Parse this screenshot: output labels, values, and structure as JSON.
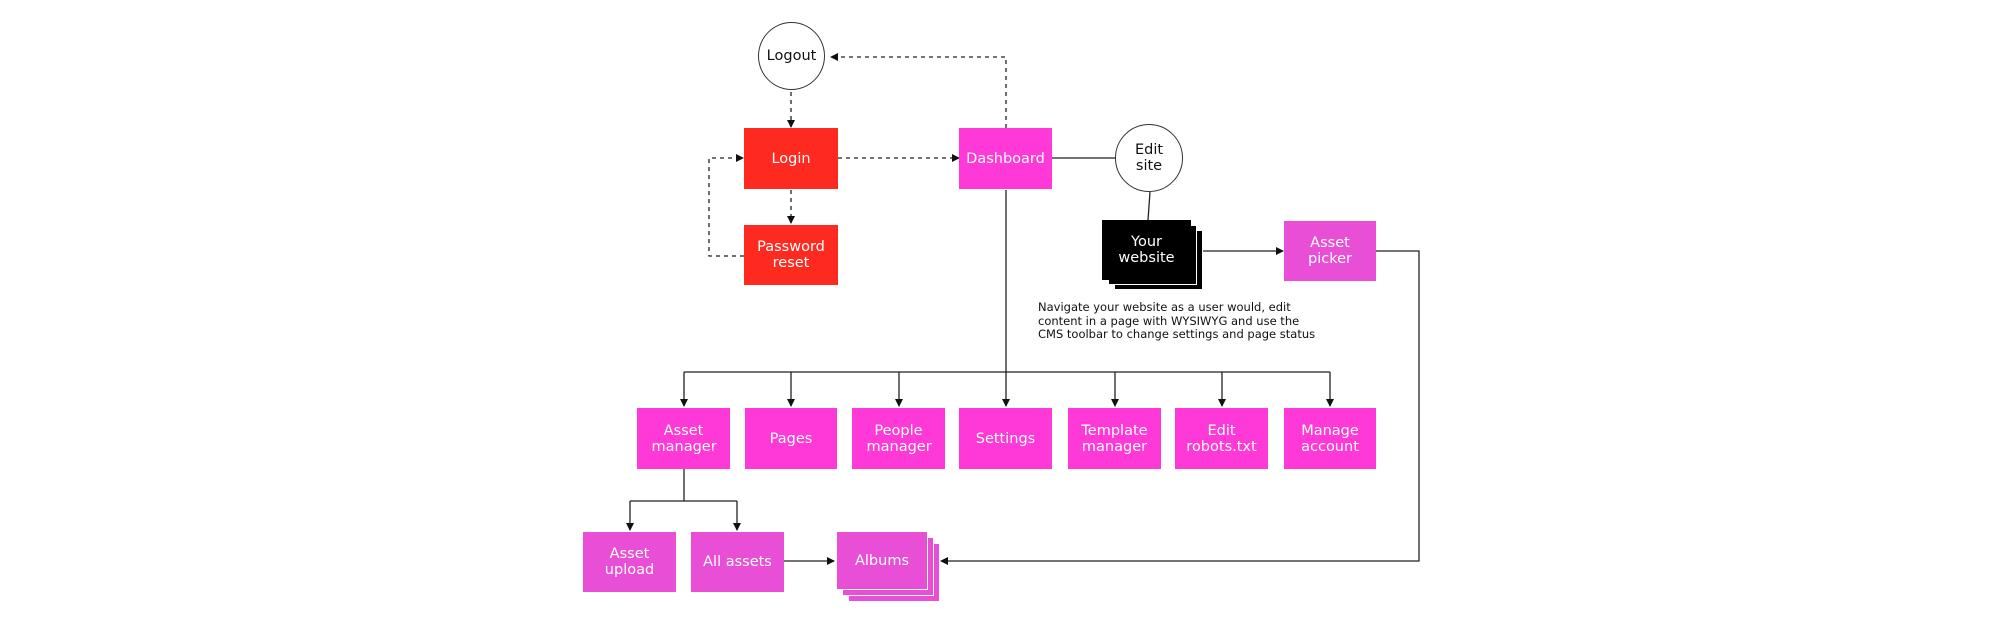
{
  "nodes": {
    "logout": "Logout",
    "login": "Login",
    "dashboard": "Dashboard",
    "edit_site": "Edit site",
    "password_reset": "Password reset",
    "your_website": "Your website",
    "asset_picker": "Asset picker",
    "asset_manager": "Asset manager",
    "pages": "Pages",
    "people_manager": "People manager",
    "settings": "Settings",
    "template_manager": "Template manager",
    "edit_robots": "Edit robots.txt",
    "manage_account": "Manage account",
    "asset_upload": "Asset upload",
    "all_assets": "All assets",
    "albums": "Albums"
  },
  "note": "Navigate your website as a user would, edit content in a page with WYSIWYG and use the CMS toolbar to change settings and page status",
  "colors": {
    "auth": "#ff2a1f",
    "primary": "#ff38d8",
    "secondary": "#e84fd6",
    "site": "#000000"
  }
}
